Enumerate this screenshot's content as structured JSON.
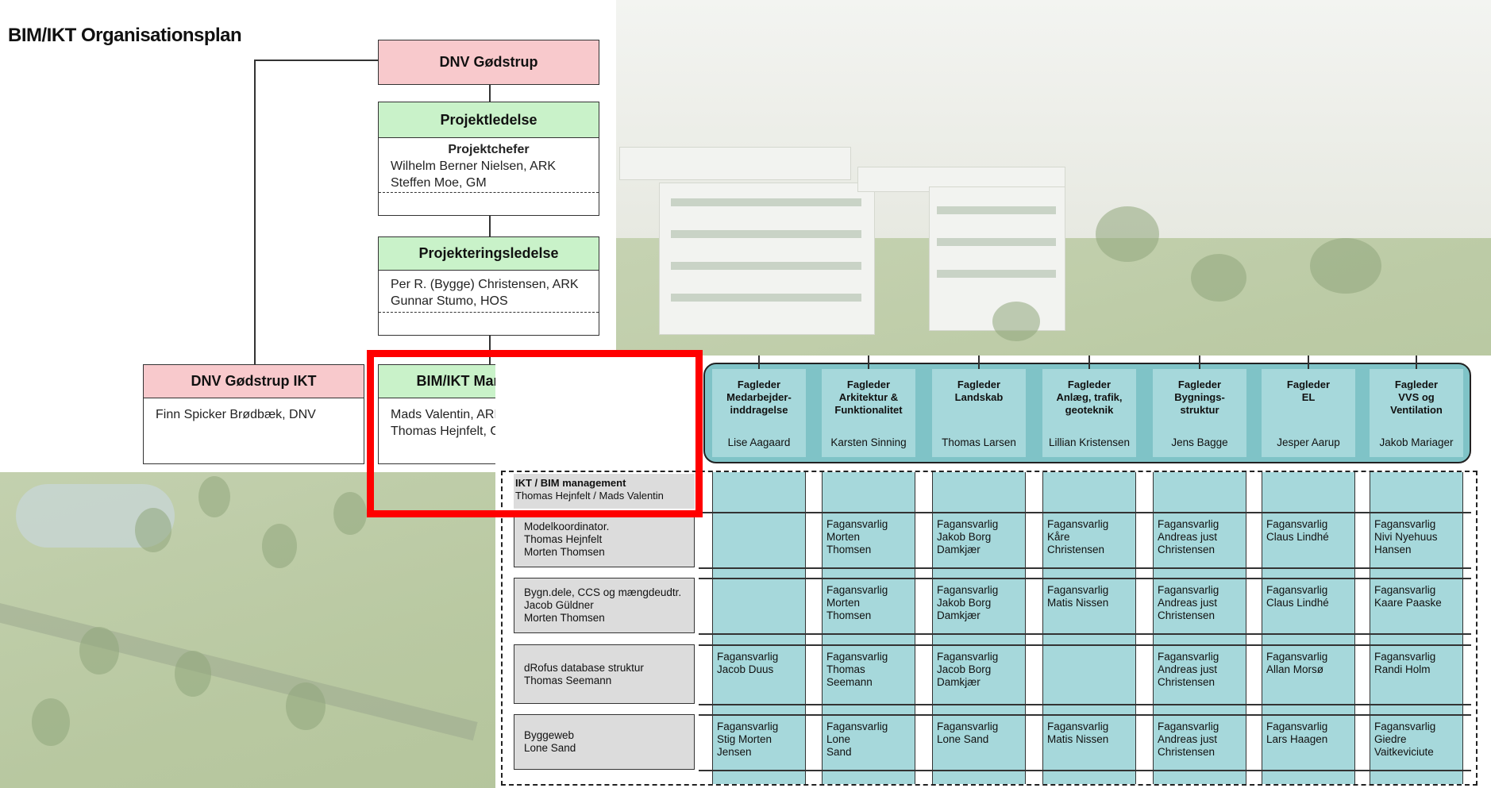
{
  "org": {
    "title": "BIM/IKT Organisationsplan",
    "dnv": "DNV Gødstrup",
    "projektledelse": {
      "title": "Projektledelse",
      "subtitle": "Projektchefer",
      "lines": [
        "Wilhelm Berner Nielsen, ARK",
        "Steffen Moe, GM"
      ]
    },
    "projekteringsledelse": {
      "title": "Projekteringsledelse",
      "lines": [
        "Per R. (Bygge) Christensen, ARK",
        "Gunnar Stumo, HOS"
      ]
    },
    "dnv_ikt": {
      "title": "DNV Gødstrup IKT",
      "lines": [
        "Finn Spicker Brødbæk, DNV"
      ]
    },
    "bim": {
      "title": "BIM/IKT Management",
      "lines": [
        "Mads Valentin, ARK",
        "Thomas Hejnfelt, GM"
      ]
    }
  },
  "matrix": {
    "leads": [
      {
        "title": "Fagleder\nMedarbejder-\ninddragelse",
        "name": "Lise Aagaard"
      },
      {
        "title": "Fagleder\nArkitektur &\nFunktionalitet",
        "name": "Karsten Sinning"
      },
      {
        "title": "Fagleder\nLandskab",
        "name": "Thomas Larsen"
      },
      {
        "title": "Fagleder\nAnlæg, trafik,\ngeoteknik",
        "name": "Lillian Kristensen"
      },
      {
        "title": "Fagleder\nBygnings-\nstruktur",
        "name": "Jens Bagge"
      },
      {
        "title": "Fagleder\nEL",
        "name": "Jesper Aarup"
      },
      {
        "title": "Fagleder\nVVS og\nVentilation",
        "name": "Jakob Mariager"
      }
    ],
    "ikt_header": {
      "title": "IKT / BIM management",
      "names": "Thomas Hejnfelt / Mads Valentin"
    },
    "rows": [
      {
        "label": "Modelkoordinator.\nThomas Hejnfelt\nMorten Thomsen",
        "cells": [
          "",
          "Fagansvarlig\nMorten\nThomsen",
          "Fagansvarlig\nJakob Borg\nDamkjær",
          "Fagansvarlig\nKåre\nChristensen",
          "Fagansvarlig\nAndreas just\nChristensen",
          "Fagansvarlig\nClaus Lindhé",
          "Fagansvarlig\nNivi Nyehuus\nHansen"
        ]
      },
      {
        "label": "Bygn.dele, CCS og mængdeudtr.\nJacob Güldner\nMorten Thomsen",
        "cells": [
          "",
          "Fagansvarlig\nMorten\nThomsen",
          "Fagansvarlig\nJakob Borg\nDamkjær",
          "Fagansvarlig\nMatis Nissen",
          "Fagansvarlig\nAndreas just\nChristensen",
          "Fagansvarlig\nClaus Lindhé",
          "Fagansvarlig\nKaare Paaske"
        ]
      },
      {
        "label": "dRofus database struktur\nThomas Seemann",
        "cells": [
          "Fagansvarlig\nJacob Duus",
          "Fagansvarlig\nThomas\nSeemann",
          "Fagansvarlig\nJacob Borg\nDamkjær",
          "",
          "Fagansvarlig\nAndreas just\nChristensen",
          "Fagansvarlig\nAllan Morsø",
          "Fagansvarlig\nRandi Holm"
        ]
      },
      {
        "label": "Byggeweb\nLone Sand",
        "cells": [
          "Fagansvarlig\nStig Morten\nJensen",
          "Fagansvarlig\nLone\nSand",
          "Fagansvarlig\nLone Sand",
          "Fagansvarlig\nMatis Nissen",
          "Fagansvarlig\nAndreas just\nChristensen",
          "Fagansvarlig\nLars Haagen",
          "Fagansvarlig\nGiedre\nVaitkeviciute"
        ]
      }
    ]
  }
}
